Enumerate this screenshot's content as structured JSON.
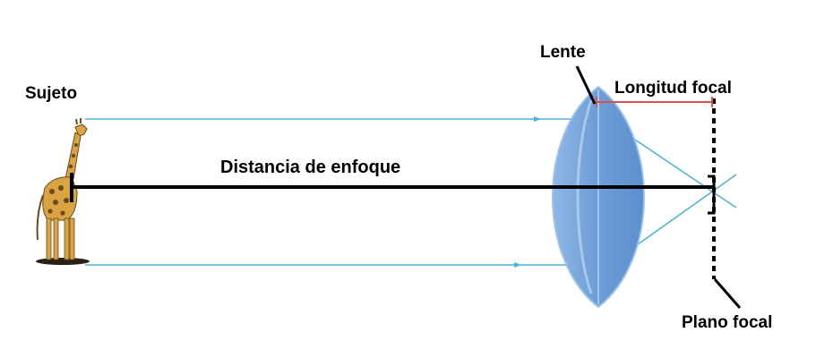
{
  "labels": {
    "subject": "Sujeto",
    "lens": "Lente",
    "focal_length": "Longitud focal",
    "focus_distance": "Distancia de enfoque",
    "focal_plane": "Plano focal"
  },
  "colors": {
    "ray": "#4fb3d9",
    "lens_fill": "#6f9fd8",
    "lens_edge": "#9cc3ea",
    "focal_length_marker": "#d9534f",
    "text": "#000000",
    "giraffe_body": "#d9a441",
    "giraffe_spots": "#6b4a1e"
  },
  "icons": {
    "subject": "giraffe-icon",
    "lens": "convex-lens-icon"
  }
}
